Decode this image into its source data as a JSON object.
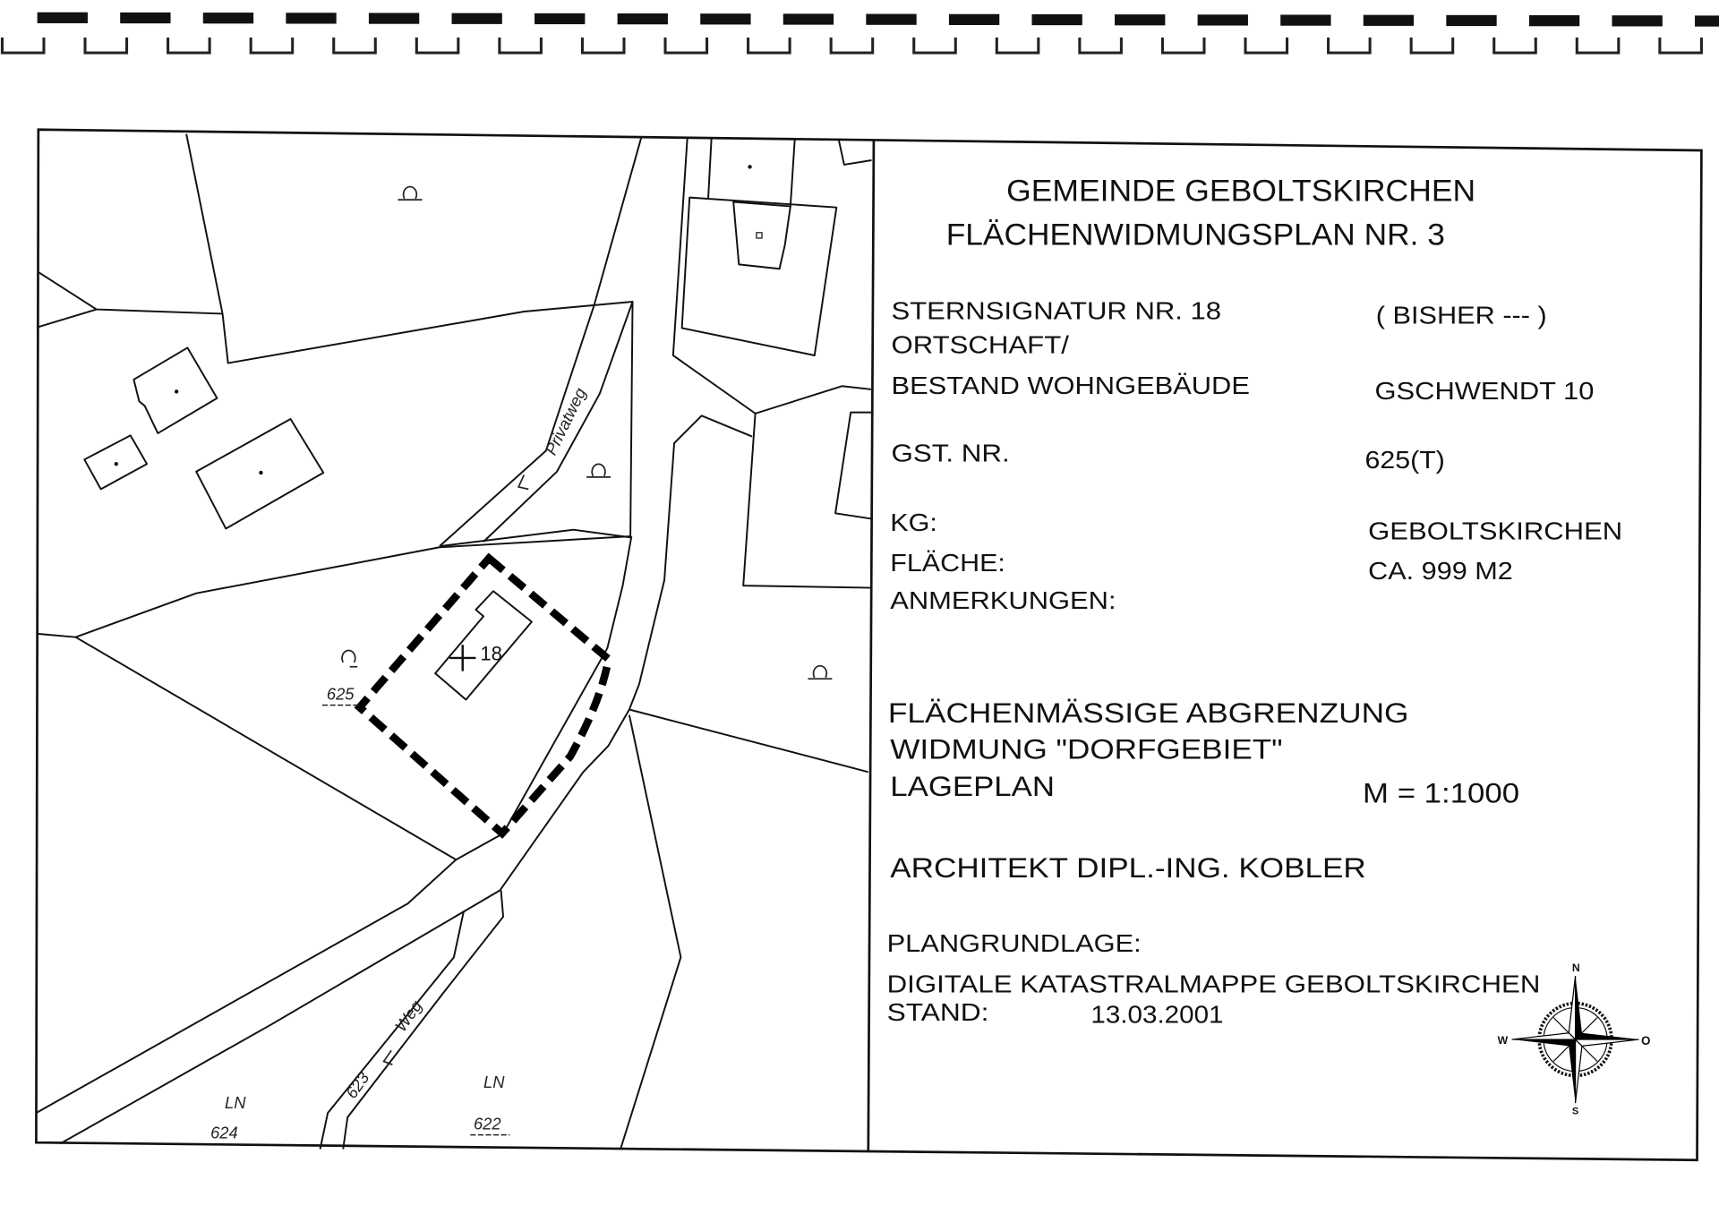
{
  "header": {
    "municipality": "GEMEINDE GEBOLTSKIRCHEN",
    "plan_title": "FLÄCHENWIDMUNGSPLAN NR. 3"
  },
  "fields": {
    "signature_label": "STERNSIGNATUR NR. 18",
    "signature_value": "( BISHER --- )",
    "locality_label_1": "ORTSCHAFT/",
    "locality_label_2": "BESTAND WOHNGEBÄUDE",
    "locality_value": "GSCHWENDT 10",
    "parcel_label": "GST. NR.",
    "parcel_value": "625(T)",
    "kg_label": "KG:",
    "kg_value": "GEBOLTSKIRCHEN",
    "area_label": "FLÄCHE:",
    "area_value": "CA. 999 M2",
    "remarks_label": "ANMERKUNGEN:"
  },
  "description": {
    "line1": "FLÄCHENMÄSSIGE ABGRENZUNG",
    "line2": "WIDMUNG \"DORFGEBIET\"",
    "line3": "LAGEPLAN",
    "scale": "M = 1:1000",
    "architect": "ARCHITEKT DIPL.-ING. KOBLER",
    "basis_label": "PLANGRUNDLAGE:",
    "basis_value": "DIGITALE KATASTRALMAPPE GEBOLTSKIRCHEN",
    "date_label": "STAND:",
    "date_value": "13.03.2001"
  },
  "compass": {
    "n": "N",
    "w": "W",
    "o": "O",
    "s": "S"
  },
  "map_labels": {
    "privatweg": "Privatweg",
    "weg": "Weg",
    "weg_parcel": "623",
    "star_number": "18",
    "parcel_625": "625",
    "ln_1": "LN",
    "parcel_624": "624",
    "ln_2": "LN",
    "parcel_622": "622"
  },
  "perforation_count": 21
}
